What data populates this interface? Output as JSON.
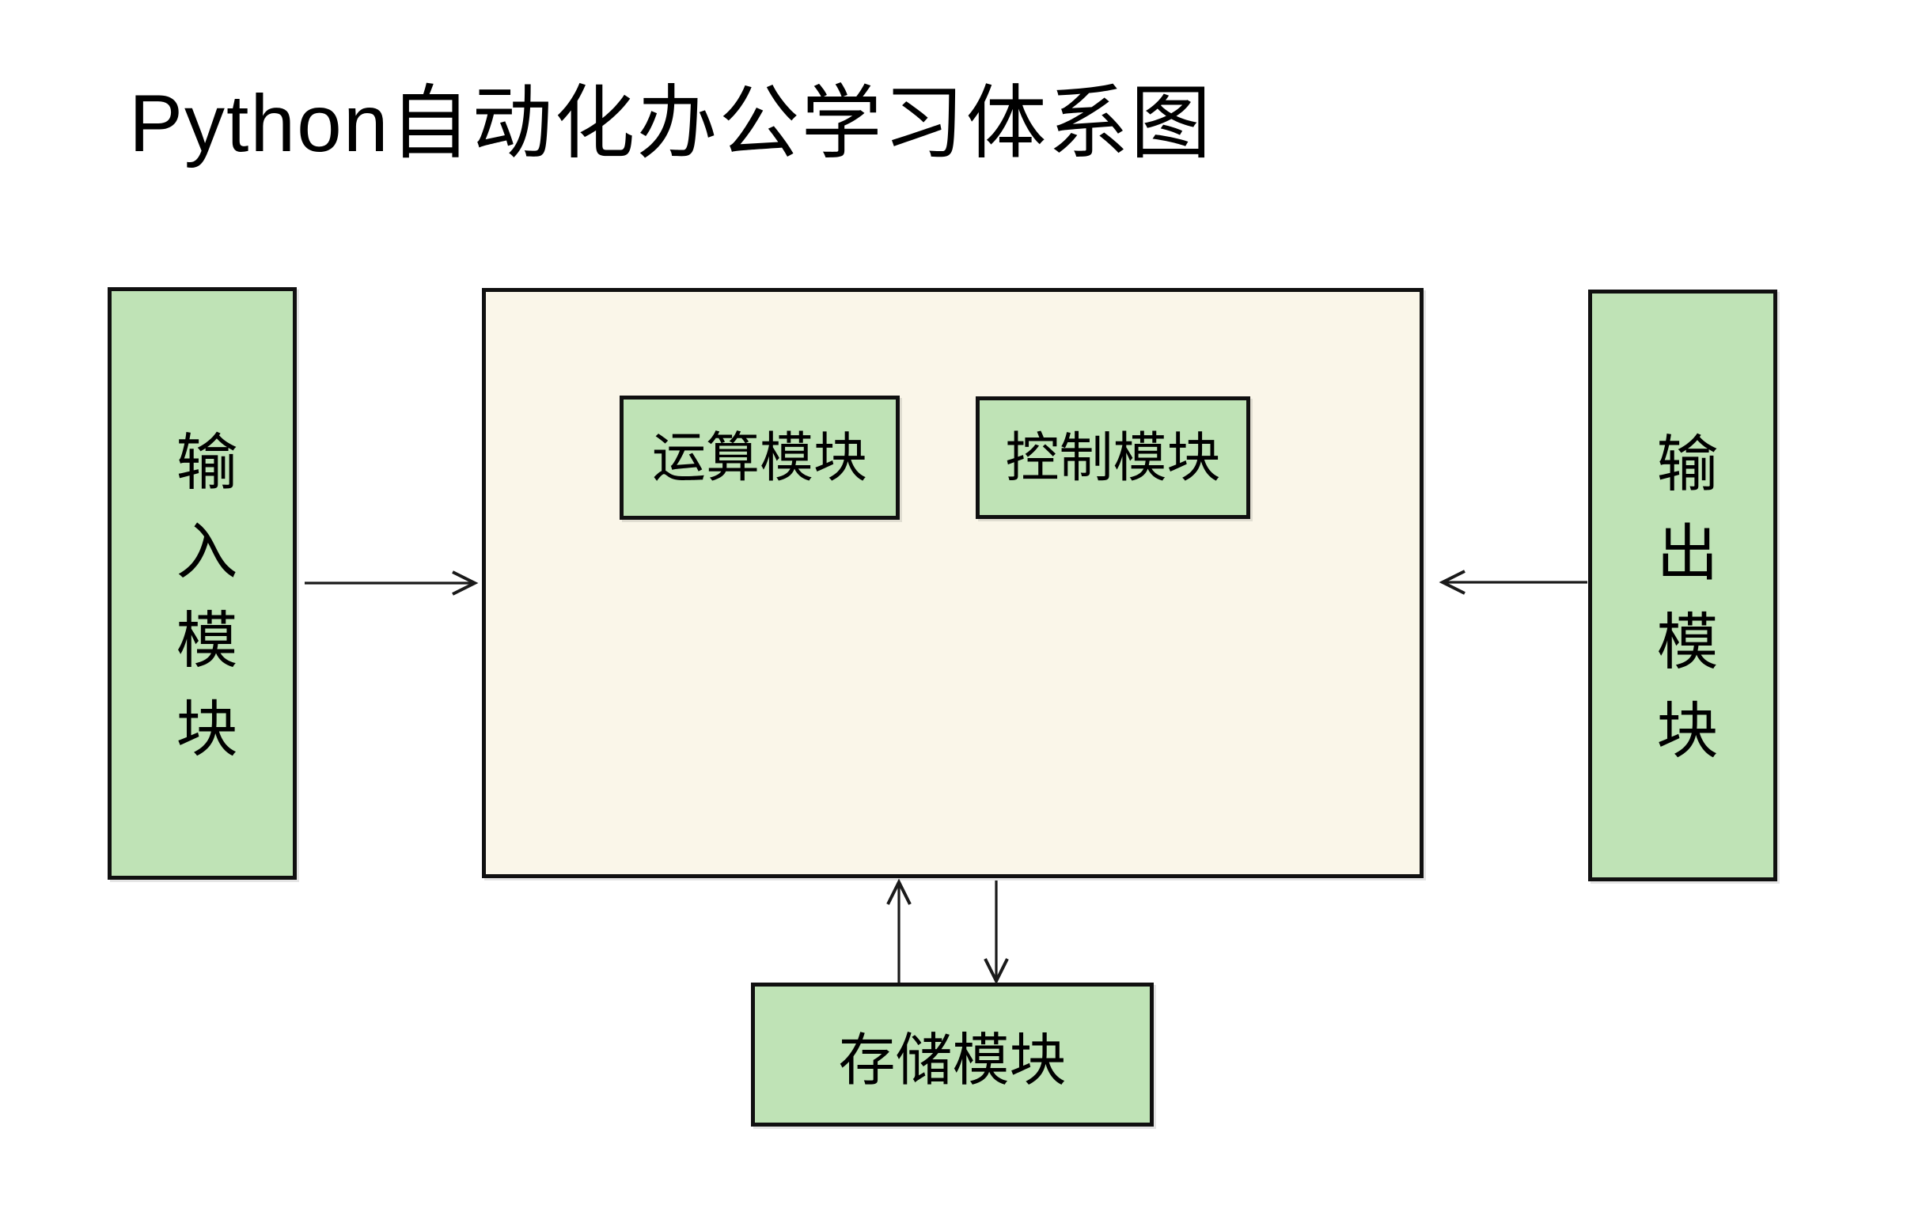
{
  "title": "Python自动化办公学习体系图",
  "modules": {
    "input": {
      "label": "输入模块"
    },
    "compute": {
      "label": "运算模块"
    },
    "control": {
      "label": "控制模块"
    },
    "output": {
      "label": "输出模块"
    },
    "storage": {
      "label": "存储模块"
    }
  },
  "arrows": [
    {
      "id": "input-to-core",
      "direction": "right"
    },
    {
      "id": "output-to-core",
      "direction": "left"
    },
    {
      "id": "storage-to-core",
      "direction": "up"
    },
    {
      "id": "core-to-storage",
      "direction": "down"
    }
  ],
  "colors": {
    "background": "#ffffff",
    "box_fill_green": "#BFE3B6",
    "core_fill": "#FAF6E9",
    "border": "#101010",
    "text": "#000000",
    "arrow": "#1a1a1a"
  }
}
